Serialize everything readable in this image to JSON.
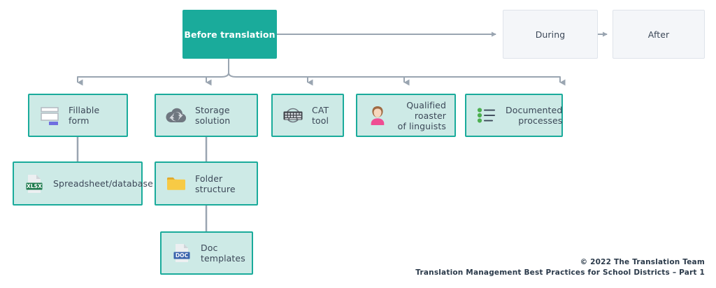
{
  "colors": {
    "primary_teal": "#1aab9b",
    "item_fill": "#cdeae6",
    "stage_fill": "#f4f6f9",
    "stage_border": "#dfe4ea",
    "connector": "#9aa5b1",
    "text_dark": "#3c4858",
    "footer_text": "#2b3a4a",
    "accent_green": "#4caf50",
    "folder_yellow": "#f7ca45",
    "doc_blue": "#3a63ad",
    "xlsx_green": "#1e7a4d",
    "form_purple": "#6f6fe0",
    "shirt_pink": "#ef4e93",
    "hair_brown": "#a06a42",
    "skin": "#f7d7bd"
  },
  "flow": {
    "stages": [
      {
        "id": "before",
        "label": "Before translation",
        "type": "primary"
      },
      {
        "id": "during",
        "label": "During",
        "type": "plain"
      },
      {
        "id": "after",
        "label": "After",
        "type": "plain"
      }
    ]
  },
  "branches": [
    {
      "id": "fillable-form",
      "label": "Fillable form",
      "icon": "form-icon",
      "align": "left"
    },
    {
      "id": "storage",
      "label": "Storage solution",
      "icon": "cloud-sync-icon",
      "align": "left"
    },
    {
      "id": "cat-tool",
      "label": "CAT tool",
      "icon": "keyboard-icon",
      "align": "left"
    },
    {
      "id": "linguists",
      "label": "Qualified roaster\nof linguists",
      "icon": "person-icon",
      "align": "right",
      "label_line1": "Qualified roaster",
      "label_line2": "of linguists"
    },
    {
      "id": "documented",
      "label": "Documented\nprocesses",
      "icon": "bullet-list-icon",
      "align": "right",
      "label_line1": "Documented",
      "label_line2": "processes"
    }
  ],
  "children": [
    {
      "id": "spreadsheet",
      "label": "Spreadsheet/database",
      "icon": "xlsx-file-icon",
      "parent": "fillable-form"
    },
    {
      "id": "folder",
      "label": "Folder structure",
      "icon": "folder-icon",
      "parent": "storage"
    },
    {
      "id": "doc-templates",
      "label": "Doc templates",
      "icon": "doc-file-icon",
      "parent": "folder"
    }
  ],
  "icon_text": {
    "xlsx": "XLSX",
    "doc": "DOC"
  },
  "footer": {
    "line1": "© 2022 The Translation Team",
    "line2": "Translation Management Best Practices for School Districts – Part 1"
  }
}
